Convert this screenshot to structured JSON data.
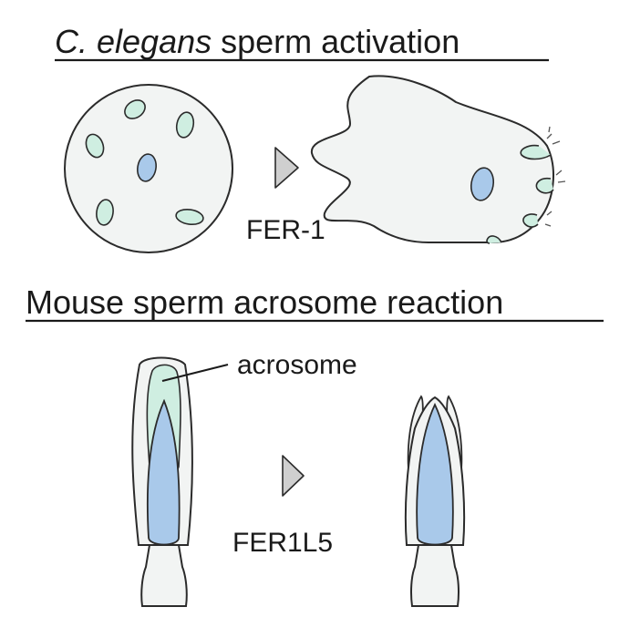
{
  "section_top": {
    "title_italic": "C. elegans",
    "title_rest": " sperm activation",
    "protein_label": "FER-1"
  },
  "section_bottom": {
    "title": "Mouse sperm acrosome reaction",
    "callout_label": "acrosome",
    "protein_label": "FER1L5"
  },
  "colors": {
    "cell_fill": "#f2f4f3",
    "outline": "#2b2b2b",
    "vesicle_green": "#cfeee1",
    "nucleus_blue": "#a9c9ea",
    "arrow_gray": "#cfcfcf"
  }
}
